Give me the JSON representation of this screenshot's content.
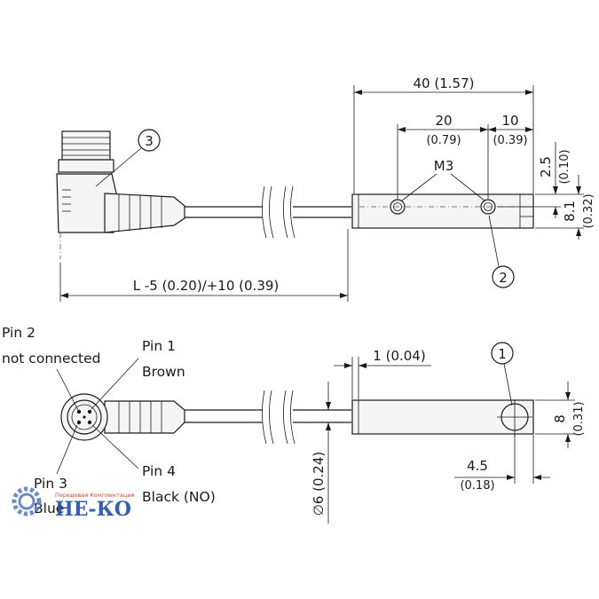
{
  "dimensions": {
    "total_length": "40 (1.57)",
    "hole_spacing": "20",
    "hole_spacing_in": "(0.79)",
    "hole_offset": "10",
    "hole_offset_in": "(0.39)",
    "hole_thread": "M3",
    "hole_from_top": "2.5",
    "hole_from_top_in": "(0.10)",
    "height_side": "8.1",
    "height_side_in": "(0.32)",
    "cable_length": "L -5 (0.20)/+10 (0.39)",
    "groove_offset": "1 (0.04)",
    "cable_diameter": "∅6 (0.24)",
    "height_front": "8",
    "height_front_in": "(0.31)",
    "sensing_offset": "4.5",
    "sensing_offset_in": "(0.18)"
  },
  "callouts": {
    "connector": "3",
    "mounting_hole": "2",
    "sensing_face": "1"
  },
  "pins": {
    "pin2_name": "Pin 2",
    "pin2_desc": "not connected",
    "pin1_name": "Pin 1",
    "pin1_desc": "Brown",
    "pin3_name": "Pin 3",
    "pin3_desc": "Blue",
    "pin4_name": "Pin 4",
    "pin4_desc": "Black (NO)"
  },
  "watermark": {
    "tagline": "Передовая Комплектация",
    "brand": "НЕ-КО"
  },
  "colors": {
    "line": "#1a1a1a",
    "watermark_brand": "#1e4fa8",
    "watermark_tagline": "#c0392b",
    "watermark_gear": "#5b7fc7"
  }
}
